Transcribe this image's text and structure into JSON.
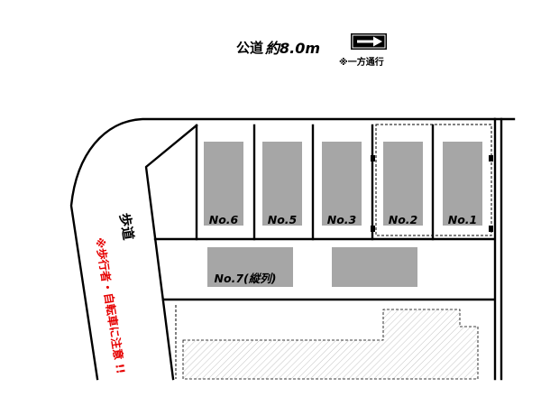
{
  "road": {
    "name": "公道",
    "width": "約8.0m",
    "one_way_note": "※一方通行",
    "one_way_icon": "right-arrow-icon"
  },
  "sidewalk": {
    "label": "歩道",
    "warning": "※歩行者・自転車に注意 !!"
  },
  "parking": {
    "spaces": [
      {
        "label": "No.6"
      },
      {
        "label": "No.5"
      },
      {
        "label": "No.3"
      },
      {
        "label": "No.2"
      },
      {
        "label": "No.1"
      }
    ],
    "parallel_space": {
      "label": "No.7(縦列)"
    }
  },
  "colors": {
    "car": "#a6a6a6",
    "warning": "#e60000",
    "line": "#000000"
  }
}
